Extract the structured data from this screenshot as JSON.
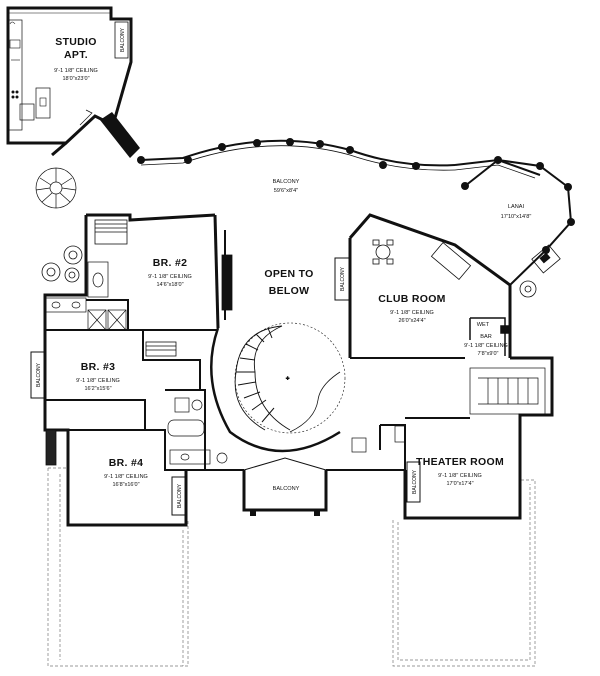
{
  "plan": {
    "rooms": [
      {
        "id": "studio",
        "name_1": "STUDIO",
        "name_2": "APT.",
        "ceiling": "9'-1 1/8\" CEILING",
        "dims": "18'0\"x23'0\""
      },
      {
        "id": "br2",
        "name": "BR. #2",
        "ceiling": "9'-1 1/8\" CEILING",
        "dims": "14'6\"x18'0\""
      },
      {
        "id": "br3",
        "name": "BR. #3",
        "ceiling": "9'-1 1/8\" CEILING",
        "dims": "16'2\"x15'6\""
      },
      {
        "id": "br4",
        "name": "BR. #4",
        "ceiling": "9'-1 1/8\" CEILING",
        "dims": "16'8\"x16'0\""
      },
      {
        "id": "open",
        "name_1": "OPEN TO",
        "name_2": "BELOW"
      },
      {
        "id": "club",
        "name": "CLUB ROOM",
        "ceiling": "9'-1 1/8\" CEILING",
        "dims": "26'0\"x24'4\""
      },
      {
        "id": "wetbar",
        "name_1": "WET",
        "name_2": "BAR",
        "ceiling": "9'-1 1/8\" CEILING",
        "dims": "7'8\"x9'0\""
      },
      {
        "id": "theater",
        "name": "THEATER ROOM",
        "ceiling": "9'-1 1/8\" CEILING",
        "dims": "17'0\"x17'4\""
      }
    ],
    "balcony_main": {
      "label": "BALCONY",
      "dims": "59'6\"x8'4\""
    },
    "lanai": {
      "label": "LANAI",
      "dims": "17'10\"x14'8\""
    },
    "balcony_front": {
      "label": "BALCONY"
    },
    "balcony_small": "BALCONY"
  }
}
